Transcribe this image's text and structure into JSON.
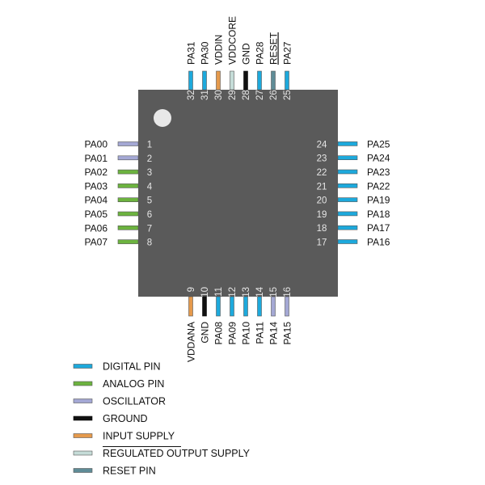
{
  "colors": {
    "chip": "#5a5a5a",
    "dot": "#e8e8e8",
    "digital": "#1da9dc",
    "analog": "#6cb33f",
    "oscillator": "#a4a8d4",
    "ground": "#111111",
    "input_supply": "#e59a4c",
    "regulated": "#c5dcd8",
    "reset": "#5f8c97"
  },
  "pins": {
    "left": [
      {
        "num": "1",
        "label": "PA00",
        "type": "oscillator"
      },
      {
        "num": "2",
        "label": "PA01",
        "type": "oscillator"
      },
      {
        "num": "3",
        "label": "PA02",
        "type": "analog"
      },
      {
        "num": "4",
        "label": "PA03",
        "type": "analog"
      },
      {
        "num": "5",
        "label": "PA04",
        "type": "analog"
      },
      {
        "num": "6",
        "label": "PA05",
        "type": "analog"
      },
      {
        "num": "7",
        "label": "PA06",
        "type": "analog"
      },
      {
        "num": "8",
        "label": "PA07",
        "type": "analog"
      }
    ],
    "bottom": [
      {
        "num": "9",
        "label": "VDDANA",
        "type": "input_supply"
      },
      {
        "num": "10",
        "label": "GND",
        "type": "ground"
      },
      {
        "num": "11",
        "label": "PA08",
        "type": "digital"
      },
      {
        "num": "12",
        "label": "PA09",
        "type": "digital"
      },
      {
        "num": "13",
        "label": "PA10",
        "type": "digital"
      },
      {
        "num": "14",
        "label": "PA11",
        "type": "digital"
      },
      {
        "num": "15",
        "label": "PA14",
        "type": "oscillator"
      },
      {
        "num": "16",
        "label": "PA15",
        "type": "oscillator"
      }
    ],
    "right": [
      {
        "num": "17",
        "label": "PA16",
        "type": "digital"
      },
      {
        "num": "18",
        "label": "PA17",
        "type": "digital"
      },
      {
        "num": "19",
        "label": "PA18",
        "type": "digital"
      },
      {
        "num": "20",
        "label": "PA19",
        "type": "digital"
      },
      {
        "num": "21",
        "label": "PA22",
        "type": "digital"
      },
      {
        "num": "22",
        "label": "PA23",
        "type": "digital"
      },
      {
        "num": "23",
        "label": "PA24",
        "type": "digital"
      },
      {
        "num": "24",
        "label": "PA25",
        "type": "digital"
      }
    ],
    "top": [
      {
        "num": "25",
        "label": "PA27",
        "type": "digital"
      },
      {
        "num": "26",
        "label": "RESET",
        "type": "reset",
        "overline": true
      },
      {
        "num": "27",
        "label": "PA28",
        "type": "digital"
      },
      {
        "num": "28",
        "label": "GND",
        "type": "ground"
      },
      {
        "num": "29",
        "label": "VDDCORE",
        "type": "regulated"
      },
      {
        "num": "30",
        "label": "VDDIN",
        "type": "input_supply"
      },
      {
        "num": "31",
        "label": "PA30",
        "type": "digital"
      },
      {
        "num": "32",
        "label": "PA31",
        "type": "digital"
      }
    ]
  },
  "legend": [
    {
      "label": "DIGITAL PIN",
      "type": "digital"
    },
    {
      "label": "ANALOG PIN",
      "type": "analog"
    },
    {
      "label": "OSCILLATOR",
      "type": "oscillator"
    },
    {
      "label": "GROUND",
      "type": "ground"
    },
    {
      "label": "INPUT SUPPLY",
      "type": "input_supply"
    },
    {
      "label": "REGULATED OUTPUT SUPPLY",
      "type": "regulated"
    },
    {
      "label": "RESET PIN",
      "type": "reset"
    }
  ]
}
